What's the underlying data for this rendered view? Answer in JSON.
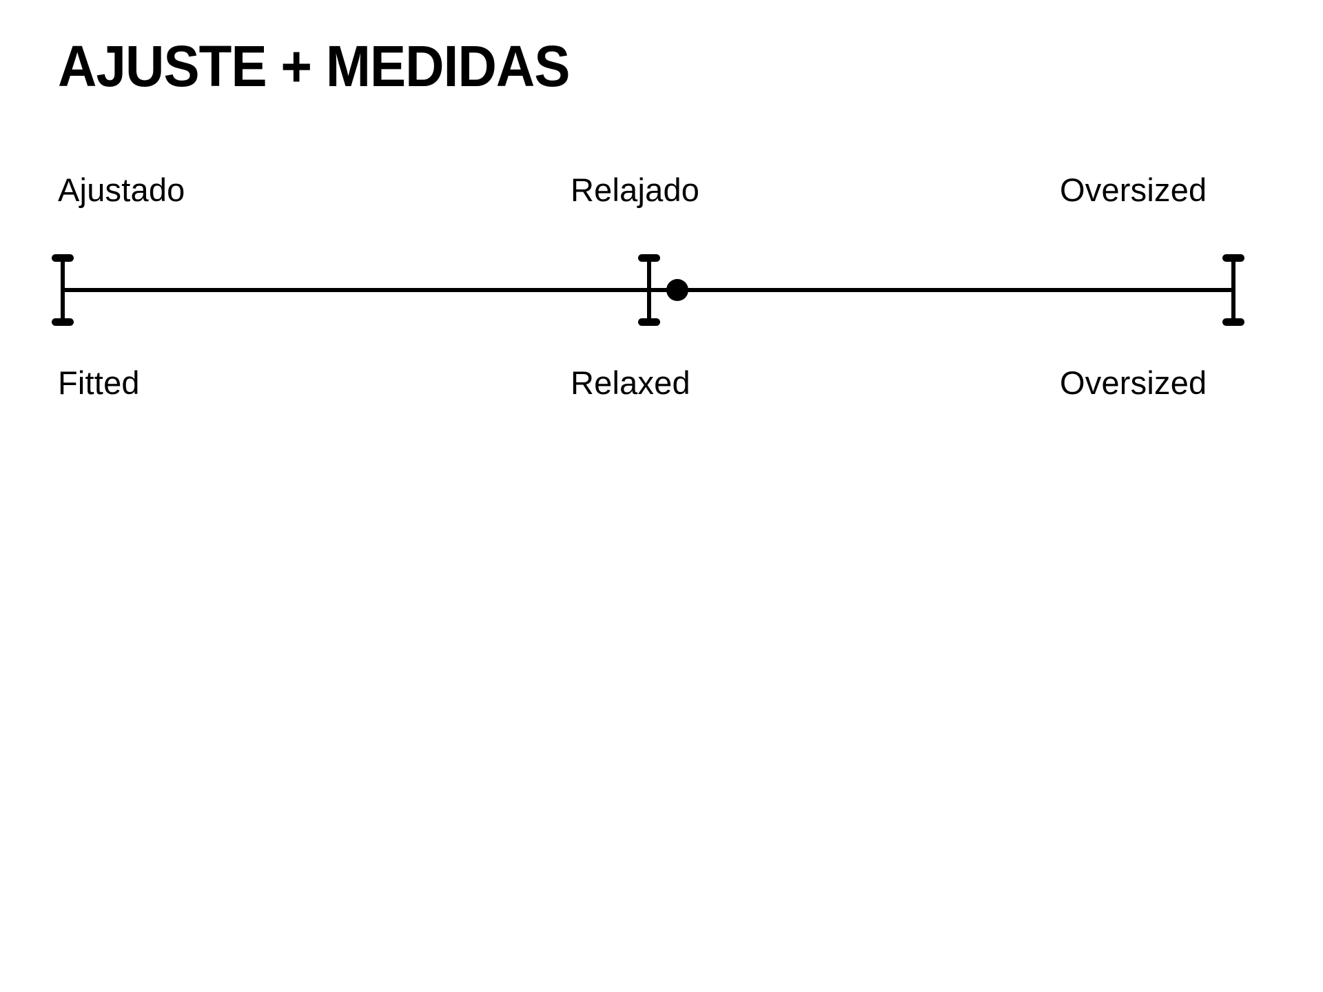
{
  "page": {
    "title": "AJUSTE + MEDIDAS",
    "background_color": "#FFFFFF",
    "ink_color": "#000000"
  },
  "fit_scale": {
    "name": "fit-scale",
    "orientation": "horizontal",
    "labels_top_language": "es",
    "labels_bottom_language": "en",
    "stops": [
      {
        "key": "fitted",
        "label_es": "Ajustado",
        "label_en": "Fitted",
        "position_pct": 0
      },
      {
        "key": "relaxed",
        "label_es": "Relajado",
        "label_en": "Relaxed",
        "position_pct": 50
      },
      {
        "key": "oversized",
        "label_es": "Oversized",
        "label_en": "Oversized",
        "position_pct": 100
      }
    ],
    "selected_key": "relaxed",
    "marker_position_pct": 52
  }
}
